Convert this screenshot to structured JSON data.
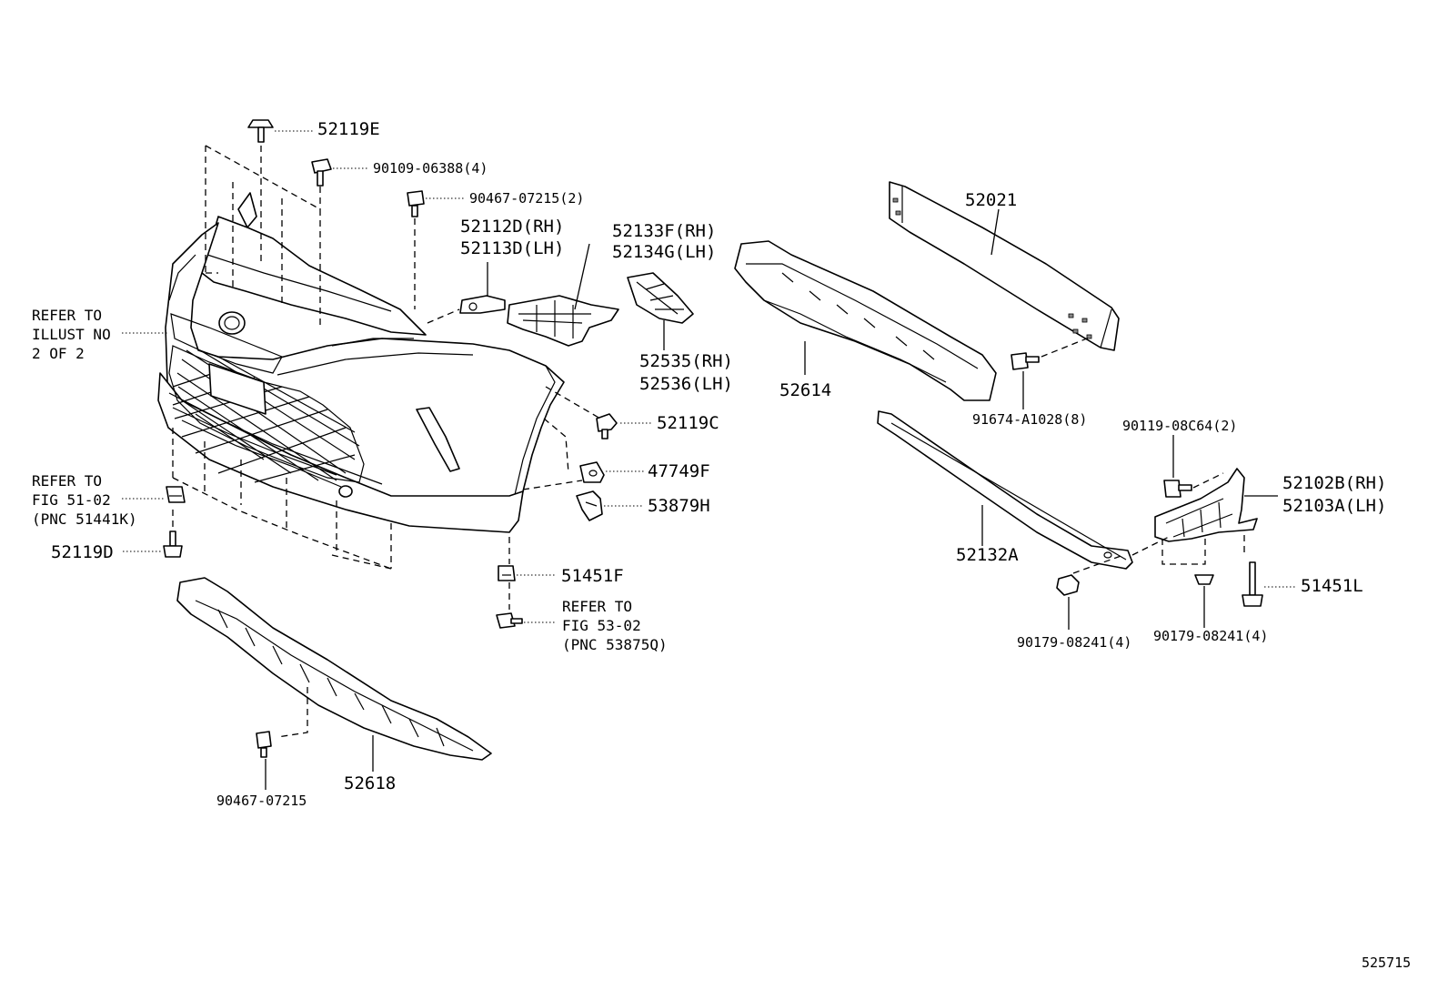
{
  "labels": {
    "p52119E": "52119E",
    "p90109": "90109-06388(4)",
    "p90467_2": "90467-07215(2)",
    "p52112D": "52112D(RH)",
    "p52113D": "52113D(LH)",
    "p52133F": "52133F(RH)",
    "p52134G": "52134G(LH)",
    "p52535": "52535(RH)",
    "p52536": "52536(LH)",
    "p52021": "52021",
    "p52614": "52614",
    "p91674": "91674-A1028(8)",
    "p90119": "90119-08C64(2)",
    "p52102B": "52102B(RH)",
    "p52103A": "52103A(LH)",
    "p52119C": "52119C",
    "p47749F": "47749F",
    "p53879H": "53879H",
    "p52132A": "52132A",
    "p52119D": "52119D",
    "p51451F": "51451F",
    "p51451L": "51451L",
    "p90179a": "90179-08241(4)",
    "p90179b": "90179-08241(4)",
    "p52618": "52618",
    "p90467": "90467-07215",
    "refer1": "REFER TO\nILLUST NO\n2 OF 2",
    "refer2": "REFER TO\nFIG 51-02\n(PNC 51441K)",
    "refer3": "REFER TO\nFIG 53-02\n(PNC 53875Q)",
    "illustration_id": "525715"
  }
}
